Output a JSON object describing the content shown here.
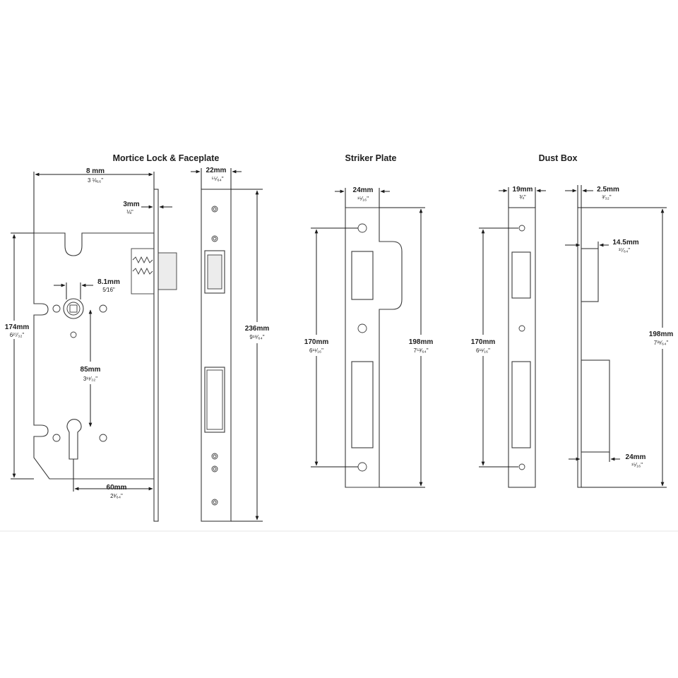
{
  "titles": {
    "lock": "Mortice Lock & Faceplate",
    "striker": "Striker Plate",
    "dustbox": "Dust Box"
  },
  "lock": {
    "width_mm": "8 mm",
    "width_in": "3 ⅛₁₆\"",
    "plate_thk_mm": "3mm",
    "plate_thk_in": "⅛\"",
    "follower_mm": "8.1mm",
    "follower_in": "5⁄16\"",
    "height_mm": "174mm",
    "height_in": "6²⁷⁄₃₂\"",
    "centres_mm": "85mm",
    "centres_in": "3¹¹⁄₃₂\"",
    "backset_mm": "60mm",
    "backset_in": "2³⁄₆₄\""
  },
  "faceplate": {
    "width_mm": "22mm",
    "width_in": "⁵⁵⁄₆₄\"",
    "height_mm": "236mm",
    "height_in": "9¹⁹⁄₆₄\""
  },
  "striker": {
    "width_mm": "24mm",
    "width_in": "¹⁵⁄₁₆\"",
    "centres_mm": "170mm",
    "centres_in": "6¹¹⁄₁₆\"",
    "height_mm": "198mm",
    "height_in": "7⁵³⁄₆₄\""
  },
  "dustbox": {
    "width_mm": "19mm",
    "width_in": "¾\"",
    "thk_mm": "2.5mm",
    "thk_in": "³⁄₃₂\"",
    "centres_mm": "170mm",
    "centres_in": "6¹¹⁄₁₆\"",
    "box_depth_mm": "14.5mm",
    "box_depth_in": "³⁷⁄₆₄\"",
    "height_mm": "198mm",
    "height_in": "7³¹⁄₆₄\"",
    "lip_mm": "24mm",
    "lip_in": "¹⁵⁄₁₆\""
  }
}
